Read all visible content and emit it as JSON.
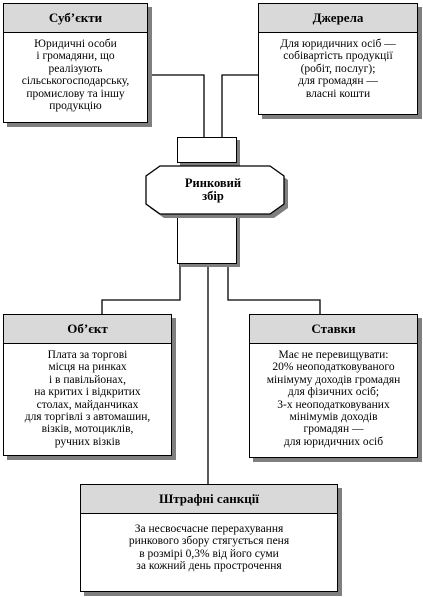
{
  "diagram": {
    "subject": {
      "title": "Суб’єкти",
      "text": "Юридичні особи\nі громадяни, що\nреалізують\nсільськогосподарську,\nпромислову та іншу\nпродукцію"
    },
    "sources": {
      "title": "Джерела",
      "text": "Для юридичних осіб —\nсобівартість продукції\n(робіт, послуг);\nдля громадян —\nвласні кошти"
    },
    "hub": {
      "label": "Ринковий\nзбір"
    },
    "object": {
      "title": "Об’єкт",
      "text": "Плата за торгові\nмісця на ринках\nі в павільйонах,\nна критих і відкритих\nстолах, майданчиках\nдля торгівлі з автомашин,\nвізків, мотоциклів,\nручних візків"
    },
    "rates": {
      "title": "Ставки",
      "text": "Має не перевищувати:\n20% неоподатковуваного\nмінімуму доходів громадян\nдля фізичних осіб;\n3-х неоподатковуваних\nмінімумів доходів\nгромадян —\nдля юридичних осіб"
    },
    "penalties": {
      "title": "Штрафні санкції",
      "text": "За несвоєчасне перерахування\nринкового збору стягується пеня\nв розмірі 0,3% від його суми\nза кожний день прострочення"
    }
  }
}
